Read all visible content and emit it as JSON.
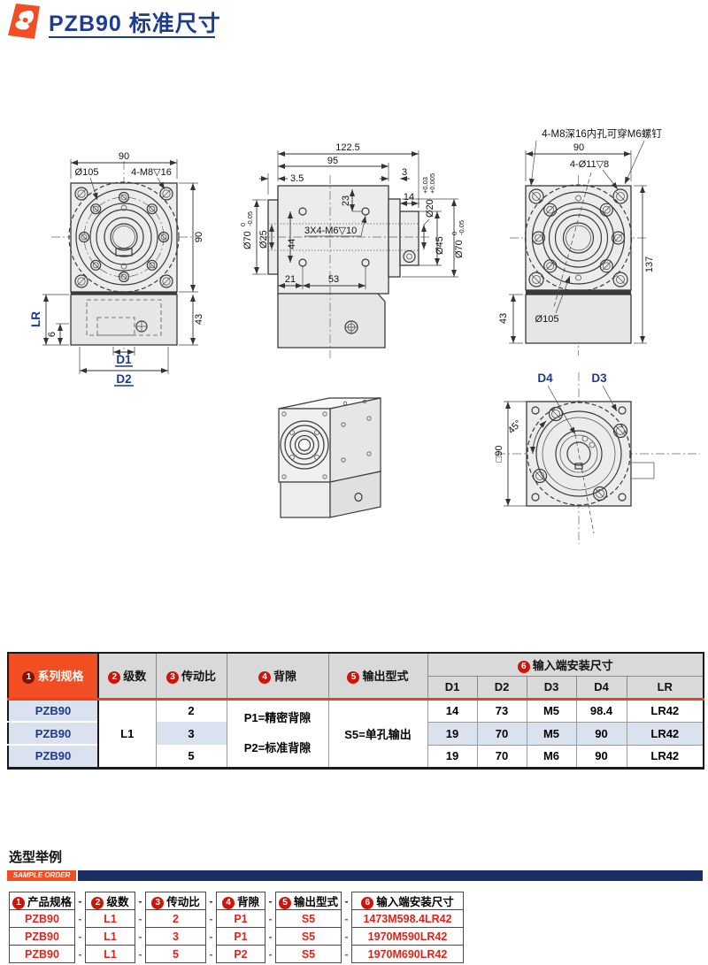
{
  "page": {
    "title": "PZB90 标准尺寸"
  },
  "colors": {
    "accent_orange": "#f14e23",
    "navy": "#1d3a8c",
    "header_gray": "#d9d9d9",
    "row_blue": "#dbe2ef",
    "red_text": "#e2231a"
  },
  "drawings": {
    "front": {
      "w90": "90",
      "d105": "Ø105",
      "bolts": "4-M8▽16",
      "h90": "90",
      "h43": "43",
      "lr": "LR",
      "s6": "6",
      "d1": "D1",
      "d2": "D2"
    },
    "side": {
      "total": "122.5",
      "w95": "95",
      "s35": "3.5",
      "s3": "3",
      "s23": "23",
      "s14": "14",
      "d20": "Ø20",
      "d20t1": "+0.03",
      "d20t2": "+0.005",
      "d70l": "Ø70",
      "d70lt1": "0",
      "d70lt2": "-0.05",
      "d25": "Ø25",
      "s44": "44",
      "holes": "3X4-M6▽10",
      "d45": "Ø45",
      "d70r": "Ø70",
      "d70rt1": "0",
      "d70rt2": "-0.05",
      "s21": "21",
      "s53": "53"
    },
    "back": {
      "note": "4-M8深16内孔可穿M6螺钉",
      "w90": "90",
      "holes": "4-Ø11▽8",
      "h137": "137",
      "h43": "43",
      "d105": "Ø105"
    },
    "output": {
      "d4": "D4",
      "d3": "D3",
      "a45": "45°",
      "sq90": "□90"
    }
  },
  "spec_table": {
    "headers": {
      "series": {
        "num": "1",
        "label": "系列规格"
      },
      "stages": {
        "num": "2",
        "label": "级数"
      },
      "ratio": {
        "num": "3",
        "label": "传动比"
      },
      "backlash": {
        "num": "4",
        "label": "背隙"
      },
      "output": {
        "num": "5",
        "label": "输出型式"
      },
      "mount": {
        "num": "6",
        "label": "输入端安装尺寸"
      },
      "sub": [
        "D1",
        "D2",
        "D3",
        "D4",
        "LR"
      ]
    },
    "series_rows": [
      "PZB90",
      "PZB90",
      "PZB90"
    ],
    "stage": "L1",
    "ratios": [
      "2",
      "3",
      "5"
    ],
    "backlash_lines": [
      "P1=精密背隙",
      "P2=标准背隙"
    ],
    "output_value": "S5=单孔输出",
    "mount_rows": [
      [
        "14",
        "73",
        "M5",
        "98.4",
        "LR42"
      ],
      [
        "19",
        "70",
        "M5",
        "90",
        "LR42"
      ],
      [
        "19",
        "70",
        "M6",
        "90",
        "LR42"
      ]
    ]
  },
  "sample": {
    "title": "选型举例",
    "tag": "SAMPLE ORDER",
    "dash": "-",
    "headers": [
      {
        "num": "1",
        "label": "产品规格"
      },
      {
        "num": "2",
        "label": "级数"
      },
      {
        "num": "3",
        "label": "传动比"
      },
      {
        "num": "4",
        "label": "背隙"
      },
      {
        "num": "5",
        "label": "输出型式"
      },
      {
        "num": "6",
        "label": "输入端安装尺寸"
      }
    ],
    "rows": [
      [
        "PZB90",
        "L1",
        "2",
        "P1",
        "S5",
        "1473M598.4LR42"
      ],
      [
        "PZB90",
        "L1",
        "3",
        "P1",
        "S5",
        "1970M590LR42"
      ],
      [
        "PZB90",
        "L1",
        "5",
        "P2",
        "S5",
        "1970M690LR42"
      ]
    ]
  }
}
